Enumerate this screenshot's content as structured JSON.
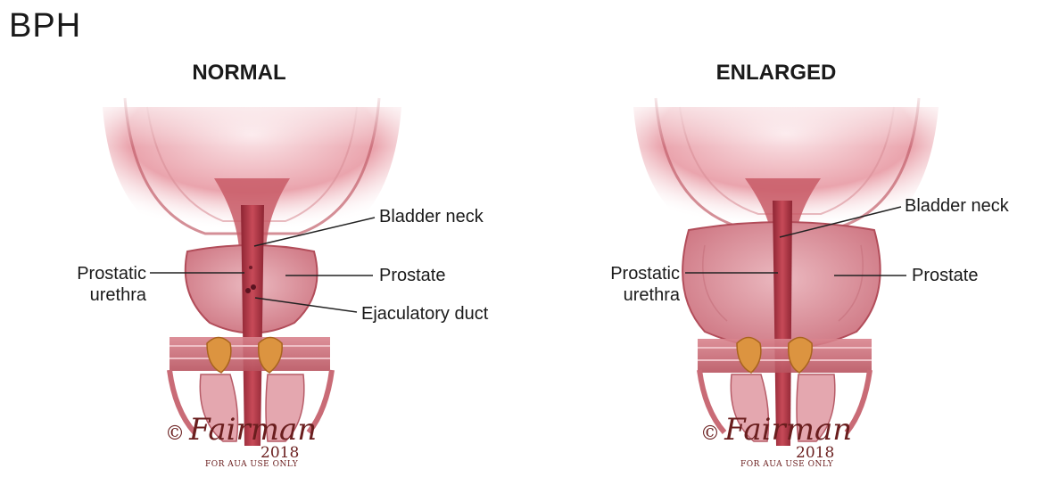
{
  "title": "BPH",
  "panels": [
    {
      "heading": "NORMAL",
      "labels": {
        "bladder_neck": "Bladder neck",
        "prostate": "Prostate",
        "ejaculatory_duct": "Ejaculatory duct",
        "prostatic_urethra": [
          "Prostatic",
          "urethra"
        ]
      },
      "signature": {
        "name": "Fairman",
        "year": "2018",
        "note": "FOR AUA USE ONLY"
      }
    },
    {
      "heading": "ENLARGED",
      "labels": {
        "bladder_neck": "Bladder neck",
        "prostate": "Prostate",
        "prostatic_urethra": [
          "Prostatic",
          "urethra"
        ]
      },
      "signature": {
        "name": "Fairman",
        "year": "2018",
        "note": "FOR AUA USE ONLY"
      }
    }
  ],
  "colors": {
    "tissue": "#c9606a",
    "tissue_dark": "#9e2f3b",
    "prostate": "#d98a96",
    "gland": "#d99040",
    "leader": "#222222"
  }
}
